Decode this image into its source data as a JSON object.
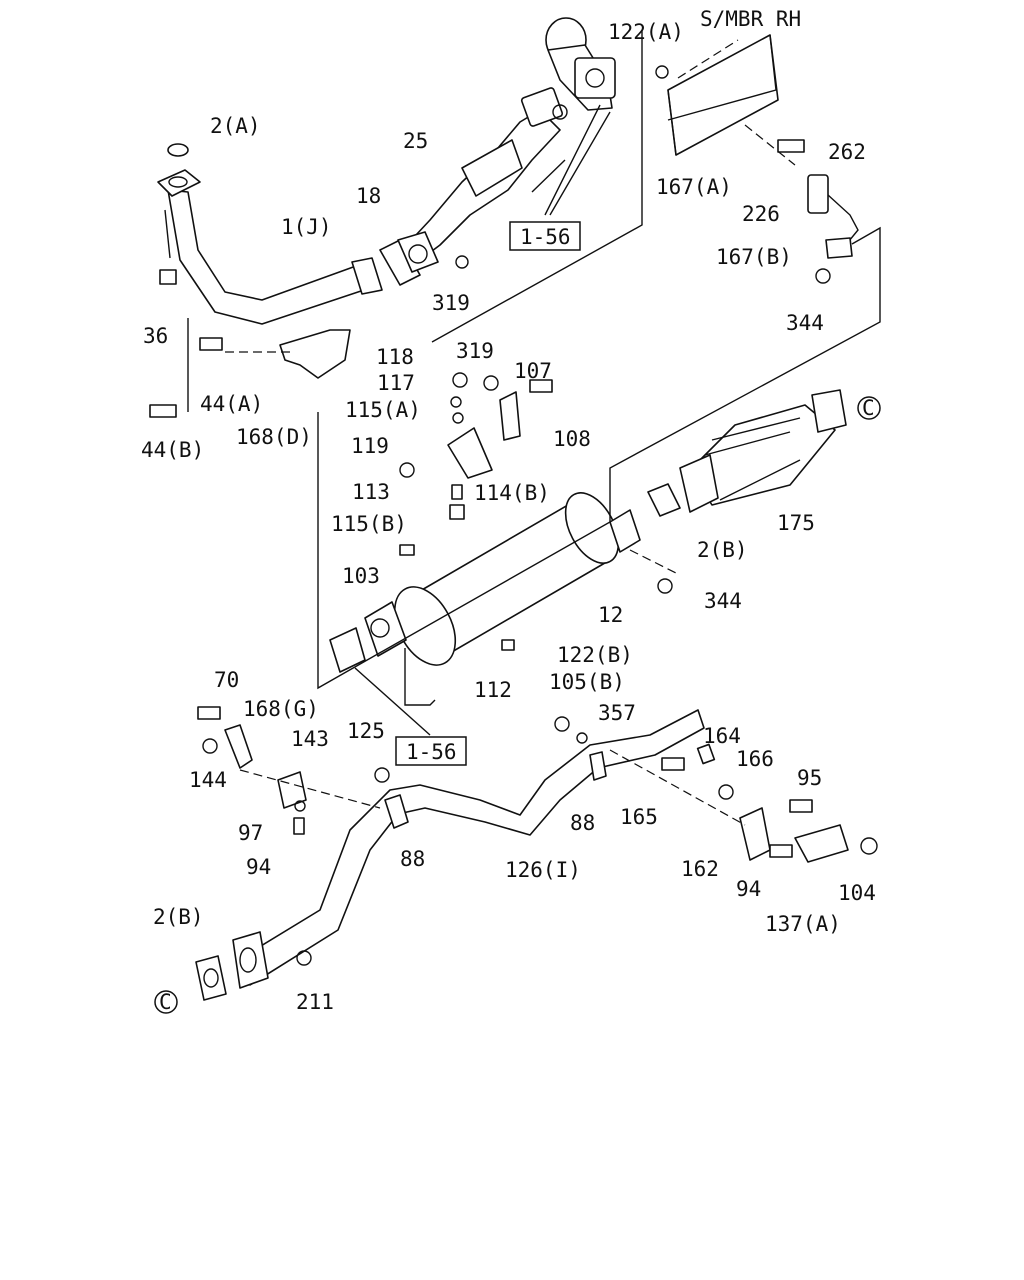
{
  "header": {
    "label": "S/MBR RH"
  },
  "refs": {
    "ref_box_1": "1-56",
    "ref_box_2": "1-56",
    "circle_top": "C",
    "circle_bottom": "C"
  },
  "callouts": [
    {
      "id": "2a",
      "text": "2(A)"
    },
    {
      "id": "25",
      "text": "25"
    },
    {
      "id": "122a",
      "text": "122(A)"
    },
    {
      "id": "262",
      "text": "262"
    },
    {
      "id": "167a",
      "text": "167(A)"
    },
    {
      "id": "226",
      "text": "226"
    },
    {
      "id": "167b",
      "text": "167(B)"
    },
    {
      "id": "344a",
      "text": "344"
    },
    {
      "id": "18",
      "text": "18"
    },
    {
      "id": "1j",
      "text": "1(J)"
    },
    {
      "id": "319a",
      "text": "319"
    },
    {
      "id": "36",
      "text": "36"
    },
    {
      "id": "44a",
      "text": "44(A)"
    },
    {
      "id": "44b",
      "text": "44(B)"
    },
    {
      "id": "168d",
      "text": "168(D)"
    },
    {
      "id": "118",
      "text": "118"
    },
    {
      "id": "319b",
      "text": "319"
    },
    {
      "id": "107",
      "text": "107"
    },
    {
      "id": "117",
      "text": "117"
    },
    {
      "id": "115a",
      "text": "115(A)"
    },
    {
      "id": "108",
      "text": "108"
    },
    {
      "id": "119",
      "text": "119"
    },
    {
      "id": "113",
      "text": "113"
    },
    {
      "id": "114b",
      "text": "114(B)"
    },
    {
      "id": "115b",
      "text": "115(B)"
    },
    {
      "id": "175",
      "text": "175"
    },
    {
      "id": "2b1",
      "text": "2(B)"
    },
    {
      "id": "103",
      "text": "103"
    },
    {
      "id": "344b",
      "text": "344"
    },
    {
      "id": "12",
      "text": "12"
    },
    {
      "id": "122b",
      "text": "122(B)"
    },
    {
      "id": "112",
      "text": "112"
    },
    {
      "id": "105b",
      "text": "105(B)"
    },
    {
      "id": "70",
      "text": "70"
    },
    {
      "id": "168g",
      "text": "168(G)"
    },
    {
      "id": "357",
      "text": "357"
    },
    {
      "id": "125",
      "text": "125"
    },
    {
      "id": "143",
      "text": "143"
    },
    {
      "id": "164",
      "text": "164"
    },
    {
      "id": "166",
      "text": "166"
    },
    {
      "id": "144",
      "text": "144"
    },
    {
      "id": "95",
      "text": "95"
    },
    {
      "id": "97",
      "text": "97"
    },
    {
      "id": "88a",
      "text": "88"
    },
    {
      "id": "165",
      "text": "165"
    },
    {
      "id": "88b",
      "text": "88"
    },
    {
      "id": "94a",
      "text": "94"
    },
    {
      "id": "126i",
      "text": "126(I)"
    },
    {
      "id": "162",
      "text": "162"
    },
    {
      "id": "104",
      "text": "104"
    },
    {
      "id": "94b",
      "text": "94"
    },
    {
      "id": "137a",
      "text": "137(A)"
    },
    {
      "id": "2b2",
      "text": "2(B)"
    },
    {
      "id": "211",
      "text": "211"
    }
  ]
}
